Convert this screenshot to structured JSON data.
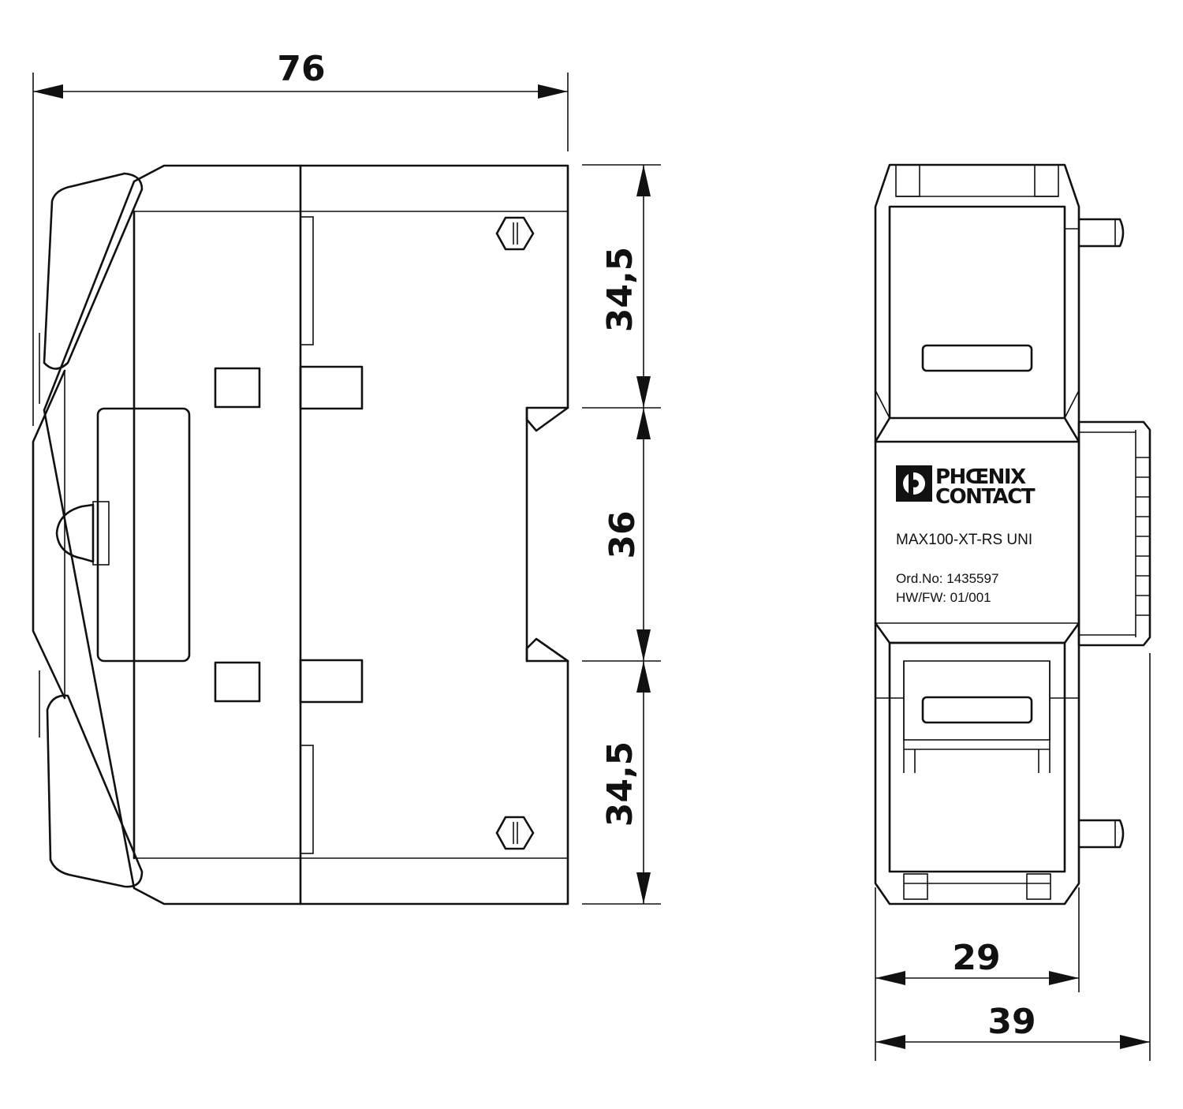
{
  "dimensions": {
    "width_total": "76",
    "height_top": "34,5",
    "height_middle": "36",
    "height_bottom": "34,5",
    "depth_body": "29",
    "depth_total": "39"
  },
  "label": {
    "brand_line1": "PHŒNIX",
    "brand_line2": "CONTACT",
    "model": "MAX100-XT-RS UNI",
    "order_no": "Ord.No: 1435597",
    "hw_fw": "HW/FW: 01/001"
  },
  "icons": {
    "logo": "phoenix-contact-logo-icon"
  }
}
